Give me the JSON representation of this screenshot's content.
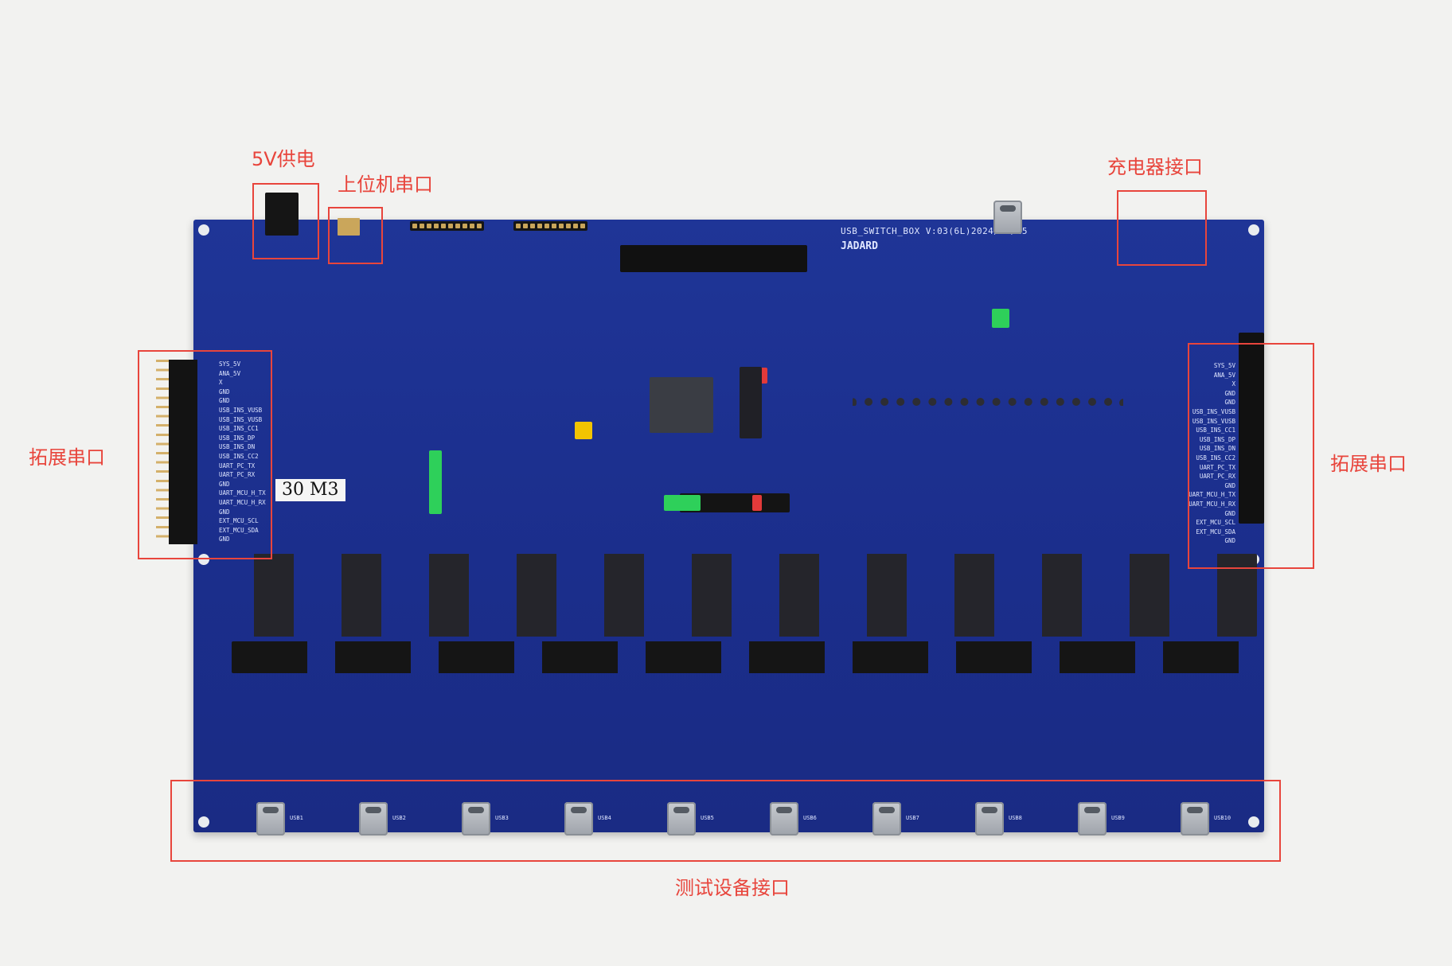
{
  "annotations": {
    "power": "5V供电",
    "host_serial": "上位机串口",
    "charger": "充电器接口",
    "ext_left": "拓展串口",
    "ext_right": "拓展串口",
    "test_ports": "测试设备接口"
  },
  "board": {
    "model_line": "USB_SWITCH_BOX V:03(6L)2024/12/25",
    "brand": "JADARD",
    "sticker": "30 M3"
  },
  "header_pins_left": [
    "SYS_5V",
    "ANA_5V",
    "X",
    "GND",
    "GND",
    "USB_INS_VUSB",
    "USB_INS_VUSB",
    "USB_INS_CC1",
    "USB_INS_DP",
    "USB_INS_DN",
    "USB_INS_CC2",
    "UART_PC_TX",
    "UART_PC_RX",
    "GND",
    "UART_MCU_H_TX",
    "UART_MCU_H_RX",
    "GND",
    "EXT_MCU_SCL",
    "EXT_MCU_SDA",
    "GND"
  ],
  "header_pins_right": [
    "SYS_5V",
    "ANA_5V",
    "X",
    "GND",
    "GND",
    "USB_INS_VUSB",
    "USB_INS_VUSB",
    "USB_INS_CC1",
    "USB_INS_DP",
    "USB_INS_DN",
    "USB_INS_CC2",
    "UART_PC_TX",
    "UART_PC_RX",
    "GND",
    "UART_MCU_H_TX",
    "UART_MCU_H_RX",
    "GND",
    "EXT_MCU_SCL",
    "EXT_MCU_SDA",
    "GND"
  ],
  "usb_ports": [
    "USB1",
    "USB2",
    "USB3",
    "USB4",
    "USB5",
    "USB6",
    "USB7",
    "USB8",
    "USB9",
    "USB10"
  ]
}
